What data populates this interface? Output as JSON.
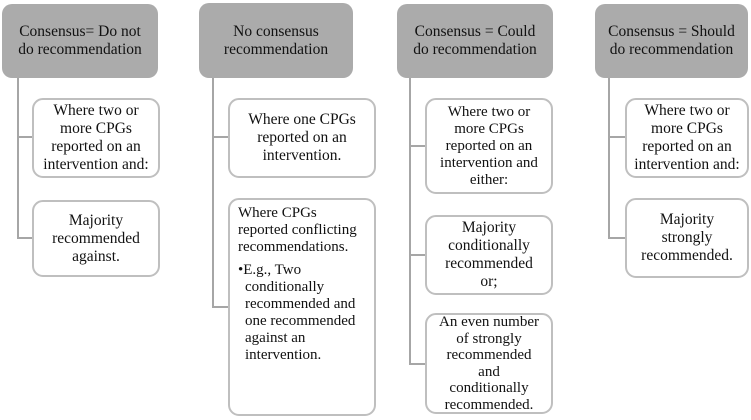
{
  "figure": {
    "title": "Consensus recommendation decision rules diagram",
    "colors": {
      "header_fill": "#ababab",
      "box_border": "#bfbfbf",
      "box_fill": "#ffffff",
      "connector": "#a6a6a6",
      "text": "#111111"
    }
  },
  "columns": [
    {
      "header": "Consensus= Do not\ndo recommendation",
      "boxes": [
        {
          "text": "Where two or\nmore CPGs\nreported on an\nintervention and:"
        },
        {
          "text": "Majority\nrecommended\nagainst."
        }
      ]
    },
    {
      "header": "No consensus\nrecommendation",
      "boxes": [
        {
          "text": "Where one CPGs\nreported on an\nintervention."
        },
        {
          "text": "Where CPGs\nreported conflicting\nrecommendations.",
          "bullet": "•E.g., Two\nconditionally\nrecommended and\none recommended\nagainst an\nintervention."
        }
      ]
    },
    {
      "header": "Consensus = Could\ndo recommendation",
      "boxes": [
        {
          "text": "Where two or\nmore CPGs\nreported on an\nintervention and\neither:"
        },
        {
          "text": "Majority\nconditionally\nrecommended\nor;"
        },
        {
          "text": "An even number\nof strongly\nrecommended\nand\nconditionally\nrecommended."
        }
      ]
    },
    {
      "header": "Consensus = Should\ndo recommendation",
      "boxes": [
        {
          "text": "Where two or\nmore CPGs\nreported on an\nintervention and:"
        },
        {
          "text": "Majority\nstrongly\nrecommended."
        }
      ]
    }
  ]
}
